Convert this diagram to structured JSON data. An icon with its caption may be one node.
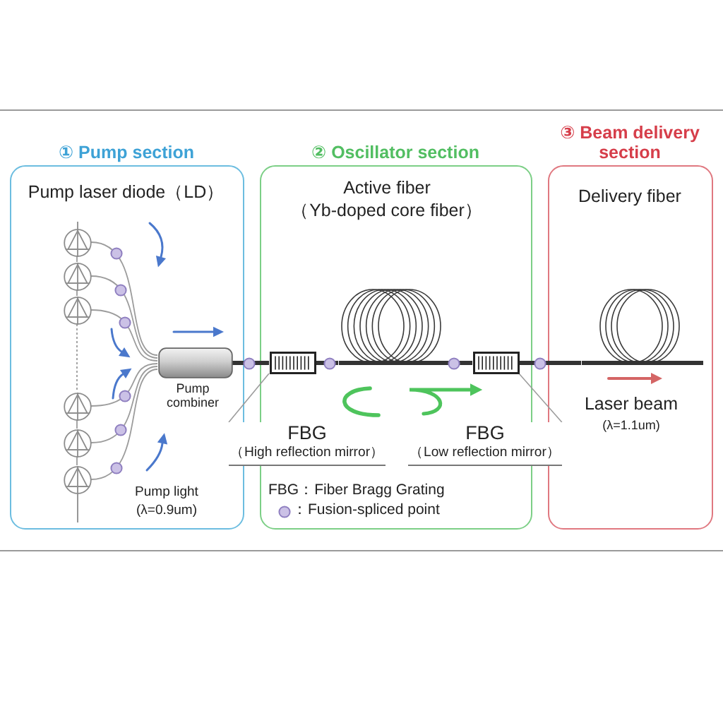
{
  "diagram": {
    "nodes": [
      {
        "text": [
          "① Pump section",
          "Pump laser diode（LD）"
        ]
      },
      {
        "text": [],
        "shape": "circle",
        "in": 0
      },
      {
        "text": [],
        "shape": "circle",
        "in": 0
      },
      {
        "text": [],
        "shape": "circle",
        "in": 0
      },
      {
        "text": [],
        "shape": "circle",
        "in": 0
      },
      {
        "text": [],
        "shape": "circle",
        "in": 0
      },
      {
        "text": [],
        "shape": "circle",
        "in": 0
      },
      {
        "text": [],
        "shape": "cylinder",
        "in": 0,
        "beside": [
          "Pump combiner"
        ]
      },
      {
        "text": [
          "② Oscillator section",
          "Active fiber",
          "（Yb-doped core fiber）"
        ]
      },
      {
        "text": [],
        "shape": "box",
        "in": 8
      },
      {
        "text": [],
        "shape": "coil",
        "in": 8
      },
      {
        "text": [],
        "shape": "box",
        "in": 8
      },
      {
        "text": [
          "FBG",
          "（High reflection mirror）"
        ]
      },
      {
        "text": [
          "FBG",
          "（Low reflection mirror）"
        ]
      },
      {
        "text": [
          "③ Beam delivery section",
          "Delivery fiber"
        ]
      },
      {
        "text": [],
        "shape": "coil",
        "in": 14
      }
    ],
    "edges": [
      {
        "from": 1,
        "to": 7,
        "arrow": "none"
      },
      {
        "from": 2,
        "to": 7,
        "arrow": "none"
      },
      {
        "from": 3,
        "to": 7,
        "arrow": "none"
      },
      {
        "from": 4,
        "to": 7,
        "arrow": "none"
      },
      {
        "from": 5,
        "to": 7,
        "arrow": "none"
      },
      {
        "from": 6,
        "to": 7,
        "arrow": "none"
      },
      {
        "from": 1,
        "to": 2,
        "arrow": "none"
      },
      {
        "from": 2,
        "to": 3,
        "arrow": "none"
      },
      {
        "from": 3,
        "to": 4,
        "arrow": "none",
        "style": "dashed"
      },
      {
        "from": 4,
        "to": 5,
        "arrow": "none"
      },
      {
        "from": 5,
        "to": 6,
        "arrow": "none"
      },
      {
        "from": 7,
        "to": 9,
        "arrow": "none",
        "style": "thick",
        "color": "#333333"
      },
      {
        "from": 9,
        "to": 10,
        "arrow": "none",
        "style": "thick",
        "color": "#333333"
      },
      {
        "from": 10,
        "to": 11,
        "arrow": "none",
        "style": "thick",
        "color": "#333333"
      },
      {
        "from": 11,
        "to": 15,
        "arrow": "none",
        "style": "thick",
        "color": "#333333"
      },
      {
        "from": 12,
        "to": 9,
        "arrow": "none"
      },
      {
        "from": 13,
        "to": 11,
        "arrow": "none"
      }
    ],
    "labels": [
      "Pump light",
      "(λ=0.9um)",
      "FBG：Fiber Bragg Grating",
      "Laser beam",
      "(λ=1.1um)"
    ],
    "legend": [
      {
        "text": "：Fusion-spliced point"
      }
    ]
  }
}
